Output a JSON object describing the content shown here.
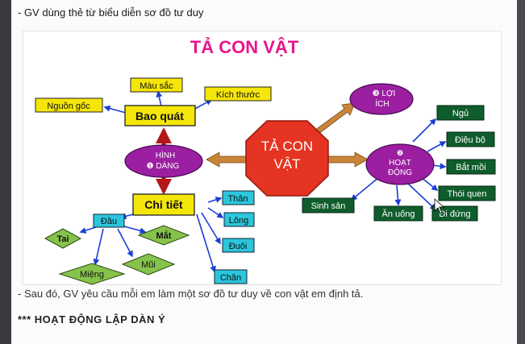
{
  "intro_text": "- GV dùng thẻ từ biểu diễn sơ đồ tư duy",
  "title": "TẢ CON VẬT",
  "center": [
    "TẢ CON",
    "VẬT"
  ],
  "hinh_dang": [
    "HÌNH",
    "❶ DÁNG"
  ],
  "loi_ich": [
    "❸ LỢI",
    "ÍCH"
  ],
  "hoat_dong": [
    "❷",
    "HOẠT",
    "ĐỘNG"
  ],
  "bao_quat": "Bao quát",
  "mau_sac": "Màu sắc",
  "nguon_goc": "Nguồn gốc",
  "kich_thuoc": "Kích thước",
  "chi_tiet": "Chi tiết",
  "than": "Thân",
  "long": "Lông",
  "duoi": "Đuôi",
  "chan": "Chân",
  "dau": "Đầu",
  "tai": "Tai",
  "mat": "Mắt",
  "mui": "Mũi",
  "mieng": "Miệng",
  "ngu": "Ngủ",
  "dieu_bo": "Điệu bộ",
  "bat_moi": "Bắt mồi",
  "thoi_quen": "Thói quen",
  "di_dung": "Đi đứng",
  "an_uong": "Ăn uống",
  "sinh_san": "Sinh sản",
  "outro_text": "- Sau đó, GV yêu cầu mỗi em làm một sơ đồ tư duy về con vật em định tả.",
  "section_text": "*** HOẠT ĐỘNG LẬP DÀN Ý",
  "colors": {
    "title": "#e8168c",
    "octagon": "#e53421",
    "ellipse": "#9b1fa0",
    "gold": "#f5e60a",
    "cyan": "#2bc6dd",
    "green": "#86c34c",
    "dark_green": "#0f5c2c",
    "arrow_brown": "#c8853a",
    "link_blue": "#1a3fd6"
  }
}
